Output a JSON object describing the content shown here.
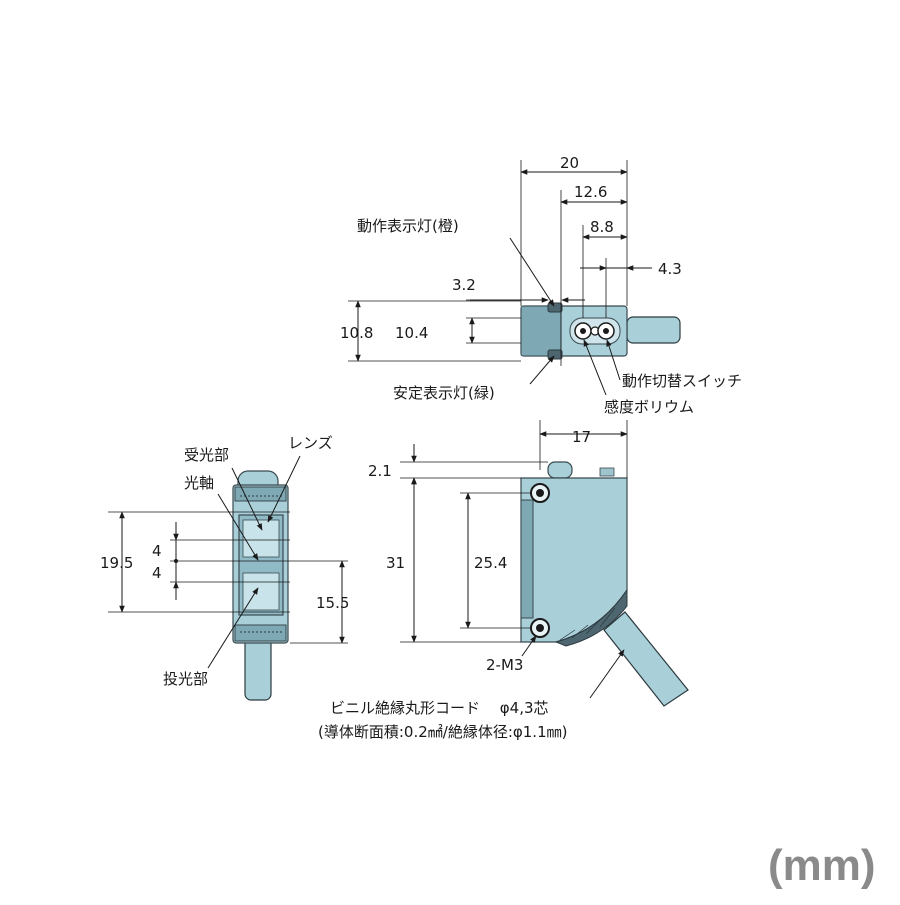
{
  "top_view": {
    "dims": {
      "d20": "20",
      "d12_6": "12.6",
      "d8_8": "8.8",
      "d4_3": "4.3",
      "d3_2": "3.2",
      "d10_8": "10.8",
      "d10_4": "10.4"
    },
    "labels": {
      "op_indicator": "動作表示灯(橙)",
      "stable_indicator": "安定表示灯(緑)",
      "mode_switch": "動作切替スイッチ",
      "sensitivity": "感度ボリウム"
    }
  },
  "front_view": {
    "dims": {
      "d19_5": "19.5",
      "d4a": "4",
      "d4b": "4",
      "d15_5": "15.5"
    },
    "labels": {
      "receiver": "受光部",
      "optical_axis": "光軸",
      "lens": "レンズ",
      "emitter": "投光部"
    }
  },
  "side_view": {
    "dims": {
      "d17": "17",
      "d2_1": "2.1",
      "d31": "31",
      "d25_4": "25.4"
    },
    "labels": {
      "screw": "2-M3"
    }
  },
  "cable": {
    "line1": "ビニル絶縁丸形コード　 φ4,3芯",
    "line2": "(導体断面積:0.2㎟/絶縁体径:φ1.1㎜)"
  },
  "unit_label": "(mm)"
}
